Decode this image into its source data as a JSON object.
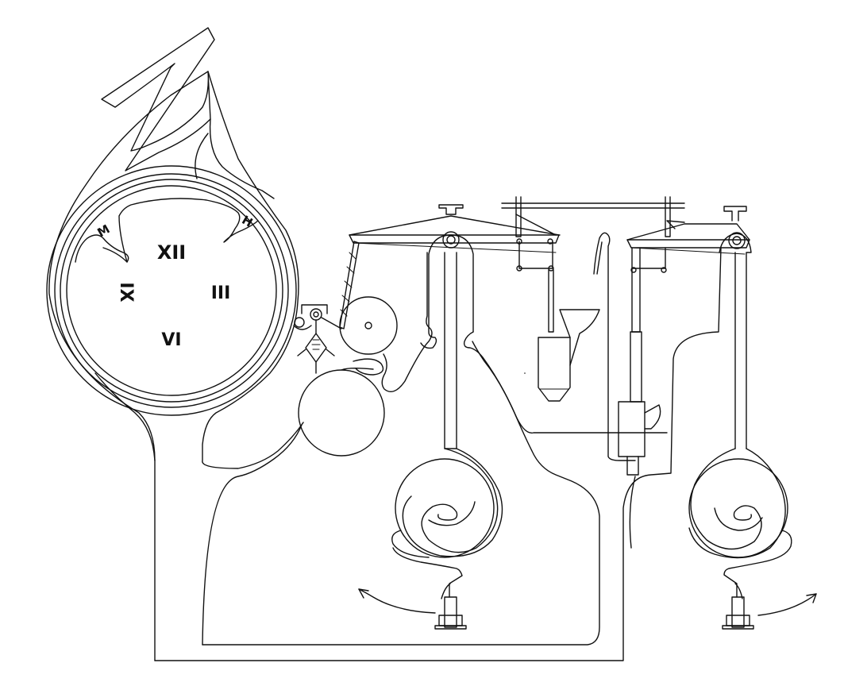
{
  "dial": {
    "twelve": "XII",
    "three": "III",
    "six": "VI",
    "nine": "IX",
    "marker_left": "M",
    "marker_right": "H"
  },
  "colors": {
    "ink": "#111111",
    "background": "#ffffff"
  }
}
